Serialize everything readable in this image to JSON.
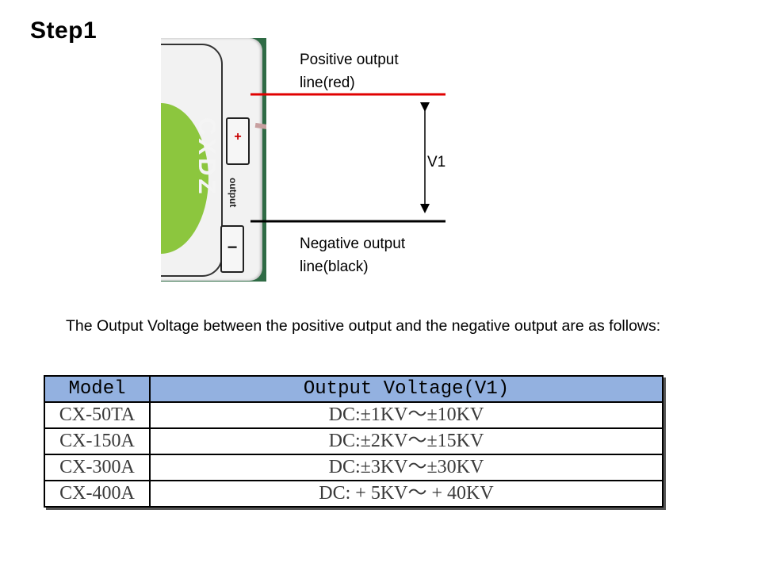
{
  "step_title": "Step1",
  "module": {
    "logo_text": "CXDZ",
    "terminal_positive": "+",
    "terminal_negative": "−",
    "terminal_label": "output"
  },
  "diagram": {
    "positive_line_1": "Positive output",
    "positive_line_2": "line(red)",
    "negative_line_1": "Negative output",
    "negative_line_2": "line(black)",
    "voltage_label": "V1",
    "positive_color": "#e00000",
    "negative_color": "#000000"
  },
  "intro_text": "The Output Voltage  between the positive output  and the negative output are as follows:",
  "table": {
    "header_model": "Model",
    "header_voltage": "Output Voltage(V1)",
    "header_color": "#93b1e0",
    "rows": [
      {
        "model": "CX-50TA",
        "voltage": "DC:±1KV～±10KV"
      },
      {
        "model": "CX-150A",
        "voltage": "DC:±2KV～±15KV"
      },
      {
        "model": "CX-300A",
        "voltage": "DC:±3KV～±30KV"
      },
      {
        "model": "CX-400A",
        "voltage": "DC: + 5KV～ + 40KV"
      }
    ]
  }
}
